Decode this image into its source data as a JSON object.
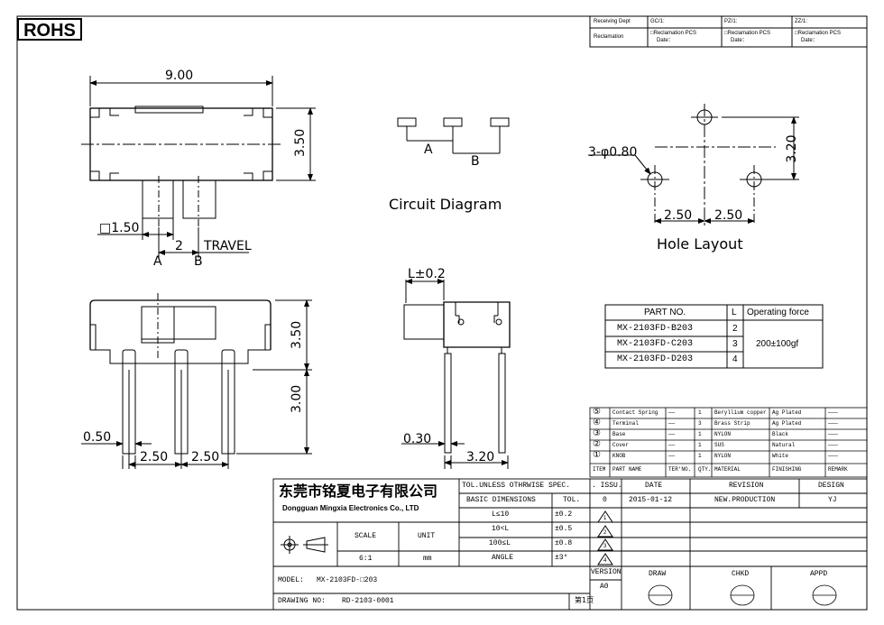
{
  "logo": "ROHS",
  "header": {
    "receiving_dept": "Receiving Dept",
    "reclamation": "Reclamation",
    "cols": [
      {
        "label": "GC/1:",
        "reclam": "□Reclamation  PCS",
        "date": "Date："
      },
      {
        "label": "PZ/1:",
        "reclam": "□Reclamation  PCS",
        "date": "Date："
      },
      {
        "label": "ZZ/1:",
        "reclam": "□Reclamation  PCS",
        "date": "Date："
      }
    ]
  },
  "top_view": {
    "width_dim": "9.00",
    "height_dim": "3.50",
    "square_dim": "□1.50",
    "travel_dim": "2",
    "travel_label": "TRAVEL",
    "pos_a": "A",
    "pos_b": "B"
  },
  "circuit": {
    "title": "Circuit Diagram",
    "label_a": "A",
    "label_b": "B"
  },
  "hole_layout": {
    "title": "Hole Layout",
    "hole_dim": "3-φ0.80",
    "pitch1": "2.50",
    "pitch2": "2.50",
    "height_dim": "3.20"
  },
  "front_view": {
    "body_height": "3.50",
    "pin_length": "3.00",
    "pin_width": "0.50",
    "pitch1": "2.50",
    "pitch2": "2.50"
  },
  "side_view": {
    "lever": "L±0.2",
    "pin_width": "0.30",
    "depth": "3.20"
  },
  "part_table": {
    "headers": [
      "PART NO.",
      "L",
      "Operating force"
    ],
    "rows": [
      {
        "part": "MX-2103FD-B203",
        "l": "2"
      },
      {
        "part": "MX-2103FD-C203",
        "l": "3"
      },
      {
        "part": "MX-2103FD-D203",
        "l": "4"
      }
    ],
    "force": "200±100gf"
  },
  "bom": {
    "rows": [
      {
        "item": "⑤",
        "name": "Contact Spring",
        "ter": "——",
        "qty": "1",
        "mat": "Beryllium copper",
        "fin": "Ag Plated",
        "rem": "———"
      },
      {
        "item": "④",
        "name": "Terminal",
        "ter": "——",
        "qty": "3",
        "mat": "Brass Strip",
        "fin": "Ag Plated",
        "rem": "———"
      },
      {
        "item": "③",
        "name": "Base",
        "ter": "——",
        "qty": "1",
        "mat": "NYLON",
        "fin": "Black",
        "rem": "———"
      },
      {
        "item": "②",
        "name": "Cover",
        "ter": "——",
        "qty": "1",
        "mat": "SUS",
        "fin": "Natural",
        "rem": "———"
      },
      {
        "item": "①",
        "name": "KNOB",
        "ter": "——",
        "qty": "1",
        "mat": "NYLON",
        "fin": "White",
        "rem": "———"
      }
    ],
    "headers": [
      "ITEM",
      "PART NAME",
      "TER'NO.",
      "QTY.",
      "MATERIAL",
      "FINISHING",
      "REMARK"
    ]
  },
  "title_block": {
    "company_cn": "东莞市铭夏电子有限公司",
    "company_en": "Dongguan Mingxia Electronics Co., LTD",
    "tol_title": "TOL.UNLESS OTHRWISE SPEC.",
    "basic_dims": "BASIC DIMENSIONS",
    "tol": "TOL.",
    "tol_rows": [
      {
        "range": "L≤10",
        "tol": "±0.2"
      },
      {
        "range": "10<L",
        "tol": "±0.5"
      },
      {
        "range": "100≤L",
        "tol": "±0.8"
      },
      {
        "range": "ANGLE",
        "tol": "±3°"
      }
    ],
    "scale_label": "SCALE",
    "scale_value": "6:1",
    "unit_label": "UNIT",
    "unit_value": "mm",
    "issu": ". ISSU.",
    "issu_value": "0",
    "date_label": "DATE",
    "date_value": "2015-01-12",
    "revision_label": "REVISION",
    "revision_value": "NEW.PRODUCTION",
    "design_label": "DESIGN",
    "design_value": "YJ",
    "rev_marks": [
      "1",
      "2",
      "3",
      "4"
    ],
    "version_label": "VERSION",
    "version_value": "A0",
    "draw_label": "DRAW",
    "chkd_label": "CHKD",
    "appd_label": "APPD",
    "model_label": "MODEL:",
    "model_value": "MX-2103FD-□203",
    "drawing_label": "DRAWING NO:",
    "drawing_value": "RD-2103-0001",
    "page": "第1页"
  }
}
